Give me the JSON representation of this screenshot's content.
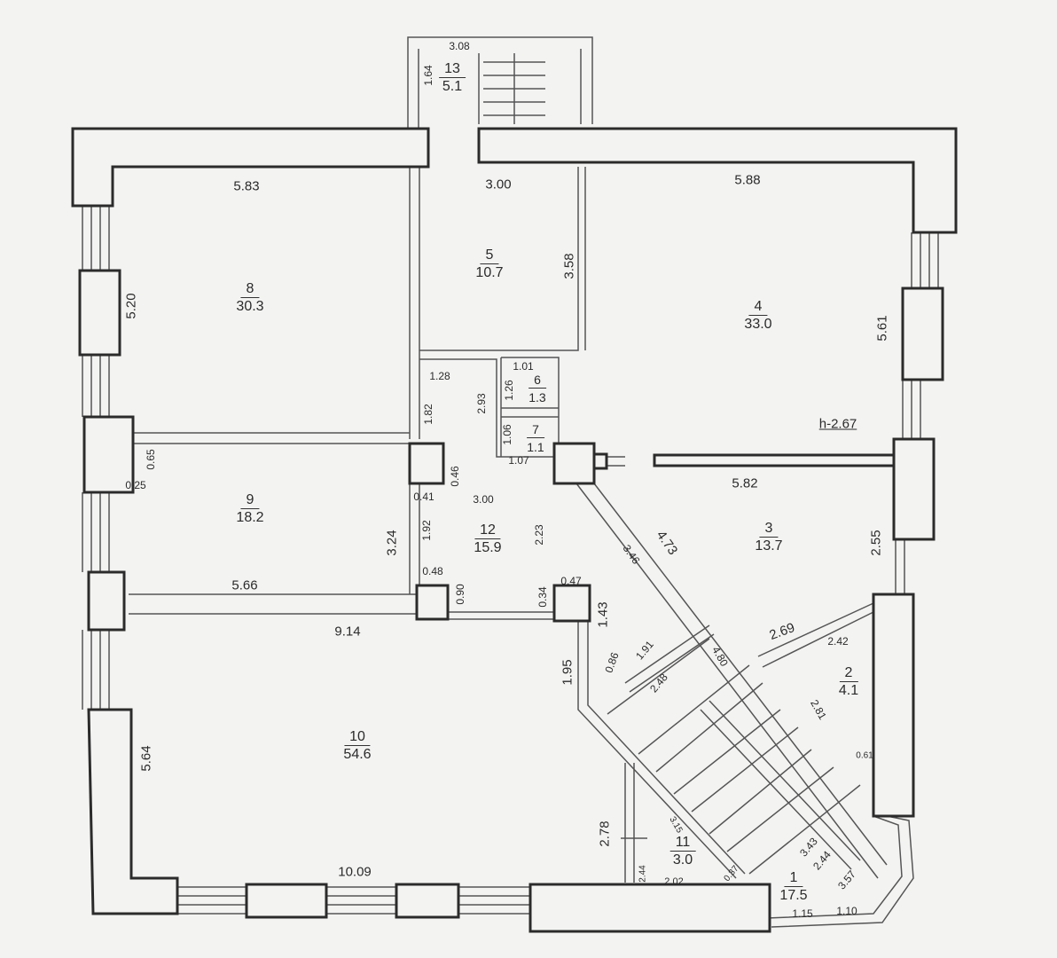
{
  "plan": {
    "ceiling_height": "h-2.67",
    "rooms": [
      {
        "number": "13",
        "area": "5.1"
      },
      {
        "number": "5",
        "area": "10.7"
      },
      {
        "number": "8",
        "area": "30.3"
      },
      {
        "number": "4",
        "area": "33.0"
      },
      {
        "number": "6",
        "area": "1.3"
      },
      {
        "number": "7",
        "area": "1.1"
      },
      {
        "number": "9",
        "area": "18.2"
      },
      {
        "number": "12",
        "area": "15.9"
      },
      {
        "number": "3",
        "area": "13.7"
      },
      {
        "number": "2",
        "area": "4.1"
      },
      {
        "number": "10",
        "area": "54.6"
      },
      {
        "number": "11",
        "area": "3.0"
      },
      {
        "number": "1",
        "area": "17.5"
      }
    ],
    "dimensions": [
      "3.08",
      "1.64",
      "5.83",
      "3.00",
      "5.88",
      "3.58",
      "5.20",
      "5.61",
      "1.28",
      "1.82",
      "2.93",
      "1.26",
      "1.01",
      "1.06",
      "1.07",
      "0.65",
      "0.25",
      "0.46",
      "0.41",
      "3.00",
      "5.82",
      "3.24",
      "1.92",
      "2.23",
      "3.46",
      "4.73",
      "2.55",
      "0.48",
      "0.90",
      "0.34",
      "0.47",
      "5.66",
      "9.14",
      "1.43",
      "2.69",
      "2.42",
      "0.86",
      "1.91",
      "4.80",
      "2.48",
      "1.95",
      "2.81",
      "0.61",
      "5.64",
      "2.78",
      "3.15",
      "3.43",
      "2.44",
      "2.44",
      "2.02",
      "0.37",
      "3.57",
      "10.09",
      "1.15",
      "1.10"
    ],
    "colors": {
      "wall": "#2b2b2b",
      "line": "#555555",
      "background": "#f3f4f2"
    }
  }
}
